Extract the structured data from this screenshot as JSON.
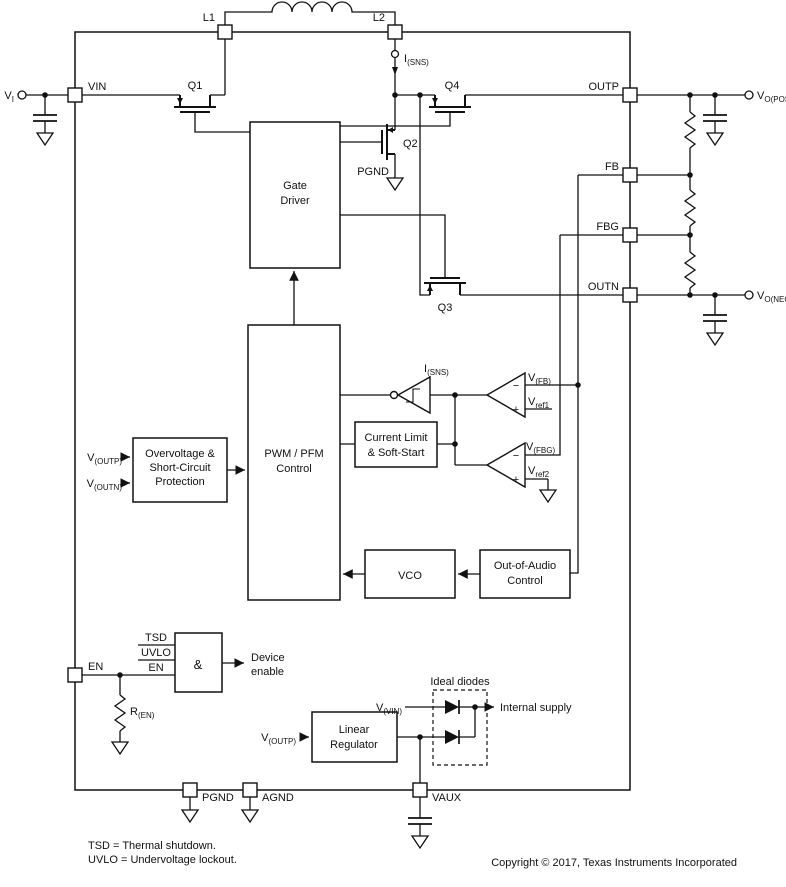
{
  "pins": {
    "l1": "L1",
    "l2": "L2",
    "vin": "VIN",
    "en": "EN",
    "outp": "OUTP",
    "fb": "FB",
    "fbg": "FBG",
    "outn": "OUTN",
    "pgnd": "PGND",
    "agnd": "AGND",
    "vaux": "VAUX"
  },
  "transistors": {
    "q1": "Q1",
    "q2": "Q2",
    "q3": "Q3",
    "q4": "Q4"
  },
  "blocks": {
    "gate_driver": {
      "line1": "Gate",
      "line2": "Driver"
    },
    "pwm": {
      "line1": "PWM / PFM",
      "line2": "Control"
    },
    "current_limit": {
      "line1": "Current Limit",
      "line2": "& Soft-Start"
    },
    "ovp": {
      "line1": "Overvoltage &",
      "line2": "Short-Circuit",
      "line3": "Protection"
    },
    "vco": {
      "label": "VCO"
    },
    "out_of_audio": {
      "line1": "Out-of-Audio",
      "line2": "Control"
    },
    "linear_regulator": {
      "line1": "Linear",
      "line2": "Regulator"
    },
    "and_gate": {
      "label": "&"
    }
  },
  "signals": {
    "v_i": {
      "base": "V",
      "sub": "I"
    },
    "v_o_pos": {
      "base": "V",
      "sub": "O(POS)"
    },
    "v_o_neg": {
      "base": "V",
      "sub": "O(NEG)"
    },
    "i_sns_top": {
      "base": "I",
      "sub": "(SNS)"
    },
    "i_sns_comp": {
      "base": "I",
      "sub": "(SNS)"
    },
    "v_fb": {
      "base": "V",
      "sub": "(FB)"
    },
    "v_ref1": {
      "base": "V",
      "sub": "ref1"
    },
    "v_fbg": {
      "base": "V",
      "sub": "(FBG)"
    },
    "v_ref2": {
      "base": "V",
      "sub": "ref2"
    },
    "r_en": {
      "base": "R",
      "sub": "(EN)"
    },
    "v_outp_prot": {
      "base": "V",
      "sub": "(OUTP)"
    },
    "v_outn_prot": {
      "base": "V",
      "sub": "(OUTN)"
    },
    "v_outp_reg": {
      "base": "V",
      "sub": "(OUTP)"
    },
    "v_vin": {
      "base": "V",
      "sub": "(VIN)"
    },
    "tsd": "TSD",
    "uvlo": "UVLO",
    "en": "EN",
    "pgnd_q2": "PGND",
    "minus": "−",
    "plus": "+",
    "device_enable": {
      "line1": "Device",
      "line2": "enable"
    },
    "ideal_diodes": "Ideal diodes",
    "internal_supply": "Internal supply"
  },
  "footer": {
    "note_tsd": "TSD = Thermal shutdown.",
    "note_uvlo": "UVLO = Undervoltage lockout.",
    "copyright": "Copyright © 2017, Texas Instruments Incorporated"
  },
  "colors": {
    "line": "#111111",
    "background": "#ffffff"
  }
}
